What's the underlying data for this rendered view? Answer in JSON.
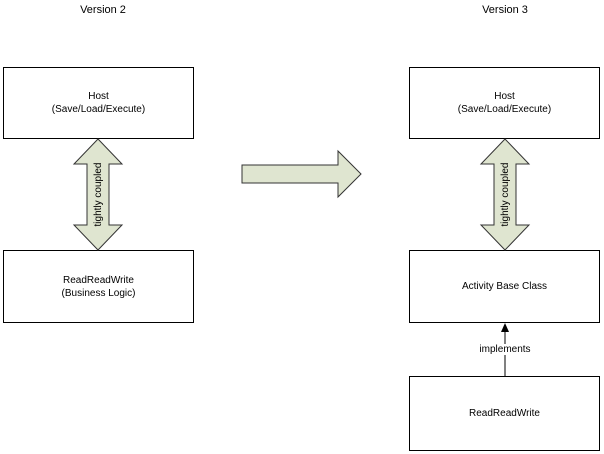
{
  "version2": {
    "title": "Version 2",
    "host": {
      "title": "Host",
      "subtitle": "(Save/Load/Execute)"
    },
    "connector_label": "tightly coupled",
    "component": {
      "title": "ReadReadWrite",
      "subtitle": "(Business Logic)"
    }
  },
  "version3": {
    "title": "Version 3",
    "host": {
      "title": "Host",
      "subtitle": "(Save/Load/Execute)"
    },
    "connector_label": "tightly coupled",
    "base_class": {
      "title": "Activity Base Class"
    },
    "implements_label": "implements",
    "component": {
      "title": "ReadReadWrite"
    }
  },
  "colors": {
    "arrow_fill": "#dfe5d0",
    "arrow_stroke": "#333333",
    "box_border": "#000000"
  },
  "icons": {
    "double_arrow": "double-headed-vertical-arrow",
    "transition_arrow": "block-right-arrow",
    "implements_arrow": "thin-up-arrow"
  }
}
